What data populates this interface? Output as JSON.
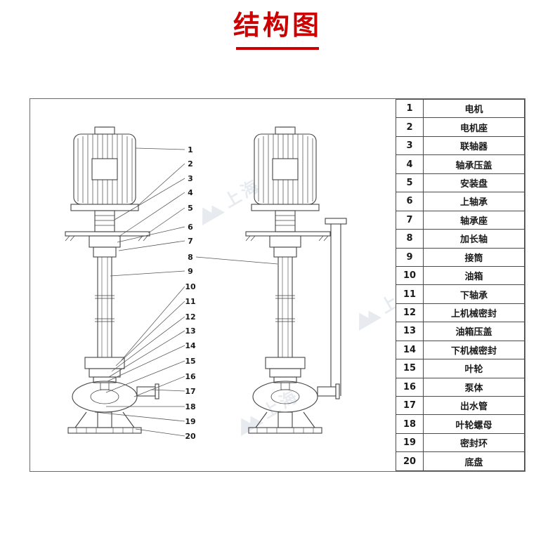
{
  "title": "结构图",
  "colors": {
    "accent": "#cc0000",
    "line": "#444444",
    "box_border": "#6b6b6b"
  },
  "watermark": {
    "text": "上海"
  },
  "table": {
    "rows": [
      {
        "num": "1",
        "name": "电机"
      },
      {
        "num": "2",
        "name": "电机座"
      },
      {
        "num": "3",
        "name": "联轴器"
      },
      {
        "num": "4",
        "name": "轴承压盖"
      },
      {
        "num": "5",
        "name": "安装盘"
      },
      {
        "num": "6",
        "name": "上轴承"
      },
      {
        "num": "7",
        "name": "轴承座"
      },
      {
        "num": "8",
        "name": "加长轴"
      },
      {
        "num": "9",
        "name": "接筒"
      },
      {
        "num": "10",
        "name": "油箱"
      },
      {
        "num": "11",
        "name": "下轴承"
      },
      {
        "num": "12",
        "name": "上机械密封"
      },
      {
        "num": "13",
        "name": "油箱压盖"
      },
      {
        "num": "14",
        "name": "下机械密封"
      },
      {
        "num": "15",
        "name": "叶轮"
      },
      {
        "num": "16",
        "name": "泵体"
      },
      {
        "num": "17",
        "name": "出水管"
      },
      {
        "num": "18",
        "name": "叶轮螺母"
      },
      {
        "num": "19",
        "name": "密封环"
      },
      {
        "num": "20",
        "name": "底盘"
      }
    ]
  }
}
